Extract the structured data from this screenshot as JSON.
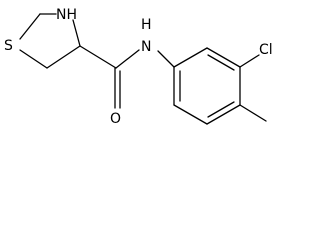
{
  "molecule": {
    "atom_labels": {
      "sulfur": "S",
      "ring_nitrogen": "NH",
      "amide_nitrogen": "N",
      "amide_hydrogen": "H",
      "oxygen": "O",
      "chlorine": "Cl"
    },
    "colors": {
      "bond": "#000000",
      "label": "#000000",
      "background": "#ffffff"
    }
  }
}
